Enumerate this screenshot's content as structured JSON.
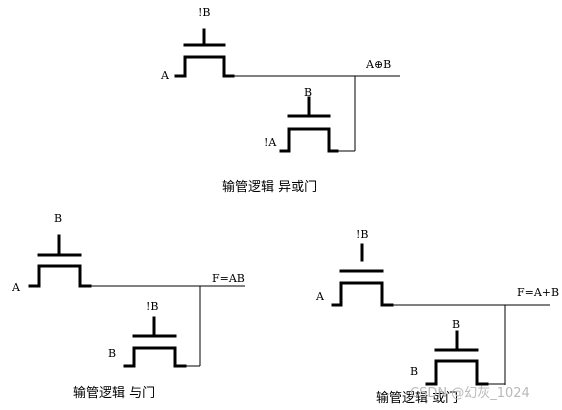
{
  "diagrams": [
    {
      "caption": "输管逻辑 异或门",
      "gate_label": "!B",
      "top_source_label": "A",
      "bottom_gate_label": "B",
      "bottom_source_label": "!A",
      "output_label": "A⊕B"
    },
    {
      "caption": "输管逻辑 与门",
      "gate_label": "B",
      "top_source_label": "A",
      "bottom_gate_label": "!B",
      "bottom_source_label": "B",
      "output_label": "F=AB"
    },
    {
      "caption": "输管逻辑 或门",
      "gate_label": "!B",
      "top_source_label": "A",
      "bottom_gate_label": "B",
      "bottom_source_label": "B",
      "output_label": "F=A+B"
    }
  ],
  "watermark": "CSDN @幻灰_1024"
}
